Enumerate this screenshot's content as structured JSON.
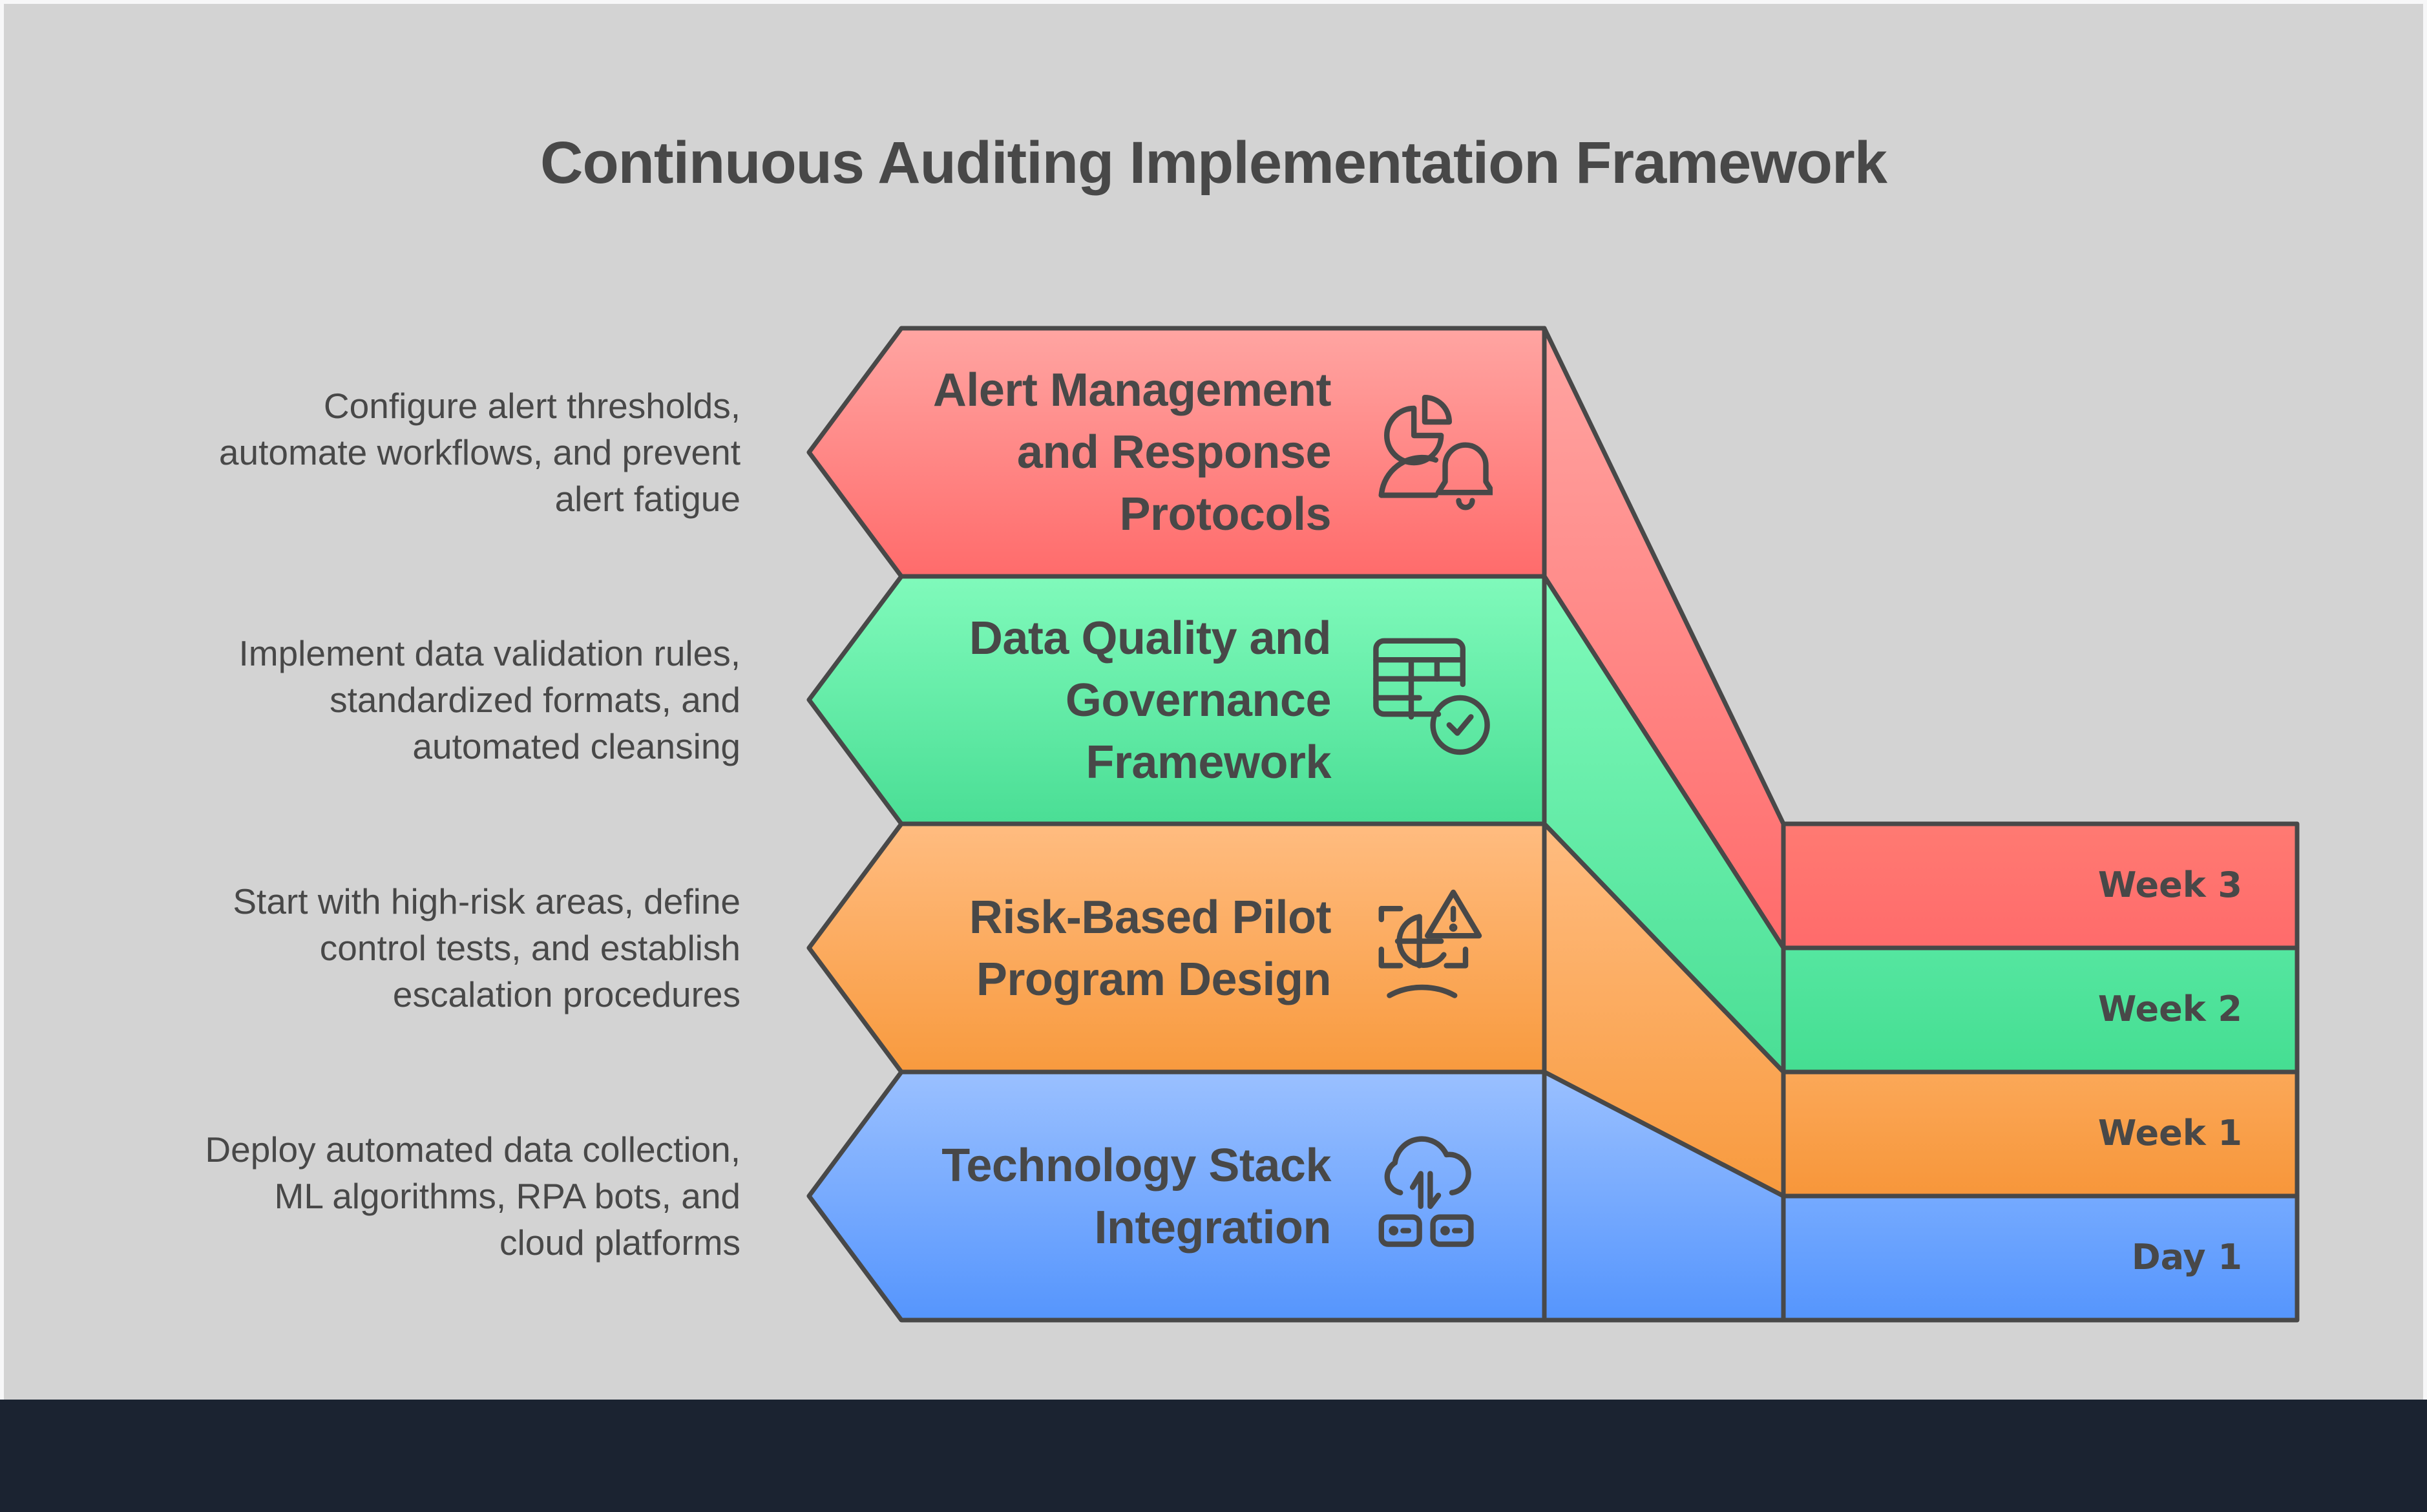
{
  "title": "Continuous Auditing Implementation Framework",
  "colors": {
    "background": "#d3d3d3",
    "footer": "#1b2331",
    "outline": "#484848",
    "red": "#ff6b6b",
    "green": "#4ade95",
    "orange": "#f89a3e",
    "blue": "#5595fd"
  },
  "steps": [
    {
      "title_lines": [
        "Alert Management",
        "and Response",
        "Protocols"
      ],
      "description_lines": [
        "Configure alert thresholds,",
        "automate workflows, and prevent",
        "alert fatigue"
      ],
      "icon": "user-chart-bell-icon",
      "timeline": "Week 3",
      "color": "red"
    },
    {
      "title_lines": [
        "Data Quality and",
        "Governance",
        "Framework"
      ],
      "description_lines": [
        "Implement data validation rules,",
        "standardized formats, and",
        "automated cleansing"
      ],
      "icon": "table-check-icon",
      "timeline": "Week 2",
      "color": "green"
    },
    {
      "title_lines": [
        "Risk-Based Pilot",
        "Program Design"
      ],
      "description_lines": [
        "Start with high-risk areas, define",
        "control tests, and establish",
        "escalation procedures"
      ],
      "icon": "risk-scan-warning-icon",
      "timeline": "Week 1",
      "color": "orange"
    },
    {
      "title_lines": [
        "Technology Stack",
        "Integration"
      ],
      "description_lines": [
        "Deploy automated data collection,",
        "ML algorithms, RPA bots, and",
        "cloud platforms"
      ],
      "icon": "cloud-servers-sync-icon",
      "timeline": "Day 1",
      "color": "blue"
    }
  ]
}
